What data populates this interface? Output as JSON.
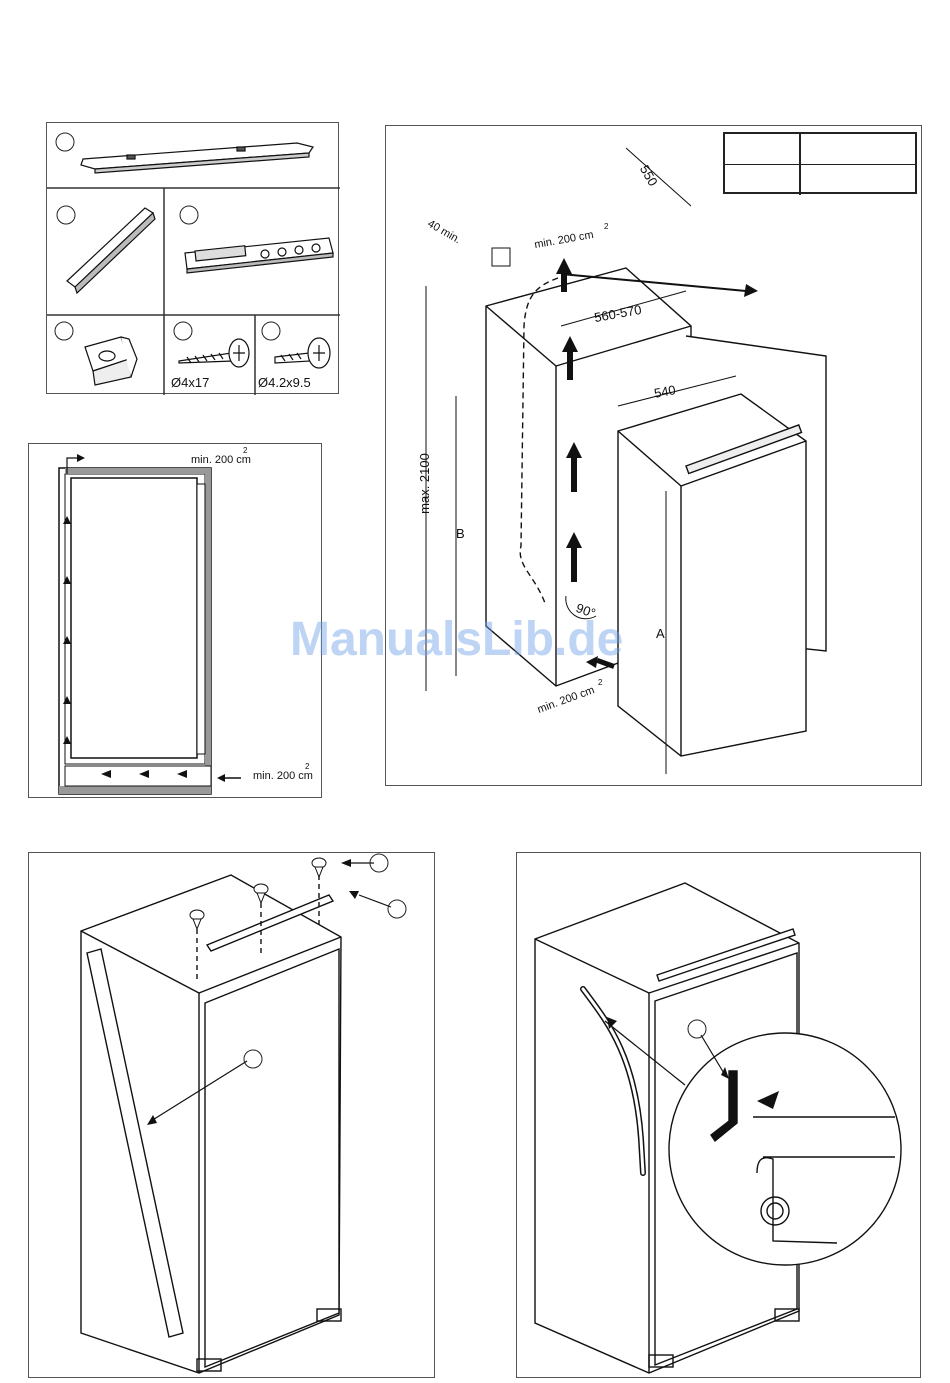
{
  "parts": {
    "screw_1": "Ø4x17",
    "screw_2": "Ø4.2x9.5"
  },
  "ventilation": {
    "min_area": "min. 200 cm",
    "superscript": "2"
  },
  "install": {
    "gap_top": "40 min.",
    "max_height": "max. 2100",
    "width_range": "560-570",
    "depth": "550",
    "appliance_width": "540",
    "angle": "90°",
    "label_a": "A",
    "label_b": "B"
  },
  "watermark": "ManualsLib.de",
  "colors": {
    "line": "#111111",
    "watermark": "#6ea0e6"
  }
}
